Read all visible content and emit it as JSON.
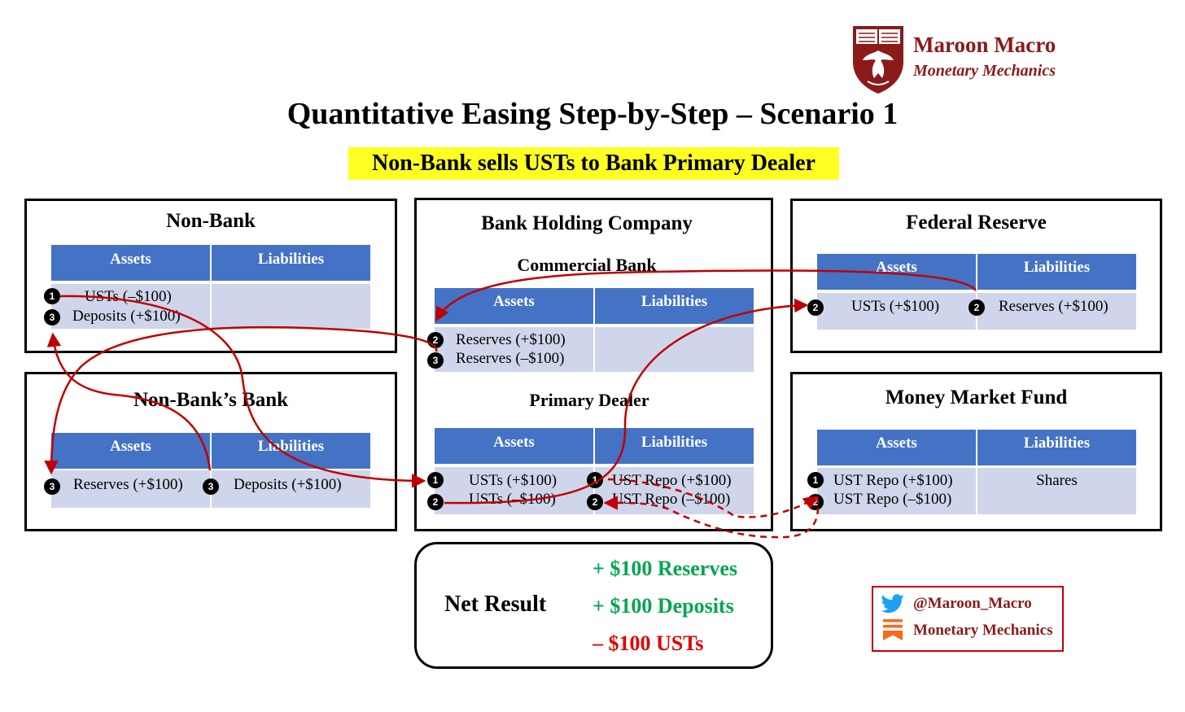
{
  "brand": {
    "name": "Maroon Macro",
    "subtitle": "Monetary Mechanics"
  },
  "title": "Quantitative Easing Step-by-Step – Scenario 1",
  "subtitle": "Non-Bank sells USTs to Bank Primary Dealer",
  "columns": {
    "assets": "Assets",
    "liabilities": "Liabilities"
  },
  "non_bank": {
    "title": "Non-Bank",
    "asset1": "USTs (–$100)",
    "asset2": "Deposits (+$100)"
  },
  "non_banks_bank": {
    "title": "Non-Bank’s Bank",
    "asset1": "Reserves (+$100)",
    "liab1": "Deposits (+$100)"
  },
  "bhc": {
    "title": "Bank Holding Company",
    "commercial_bank": {
      "title": "Commercial Bank",
      "asset1": "Reserves (+$100)",
      "asset2": "Reserves (–$100)"
    },
    "primary_dealer": {
      "title": "Primary Dealer",
      "asset1": "USTs (+$100)",
      "asset2": "USTs (–$100)",
      "liab1": "UST Repo (+$100)",
      "liab2": "UST Repo (–$100)"
    }
  },
  "fed": {
    "title": "Federal Reserve",
    "asset1": "USTs (+$100)",
    "liab1": "Reserves (+$100)"
  },
  "mmf": {
    "title": "Money Market Fund",
    "asset1": "UST Repo (+$100)",
    "asset2": "UST Repo (–$100)",
    "liab1": "Shares"
  },
  "net_result": {
    "label": "Net Result",
    "line1": "+ $100 Reserves",
    "line2": "+ $100 Deposits",
    "line3": "– $100 USTs"
  },
  "steps": {
    "one": "1",
    "two": "2",
    "three": "3"
  },
  "social": {
    "twitter": "@Maroon_Macro",
    "substack": "Monetary Mechanics"
  },
  "icons": {
    "logo": "crest-icon",
    "twitter": "twitter-bird-icon",
    "substack": "substack-icon"
  },
  "colors": {
    "header_blue": "#4472c4",
    "cell_blue": "#cfd5ea",
    "arrow_red": "#c00000",
    "maroon": "#8b1a1a",
    "positive": "#00a651",
    "negative": "#e00000",
    "highlight": "#ffff22"
  }
}
